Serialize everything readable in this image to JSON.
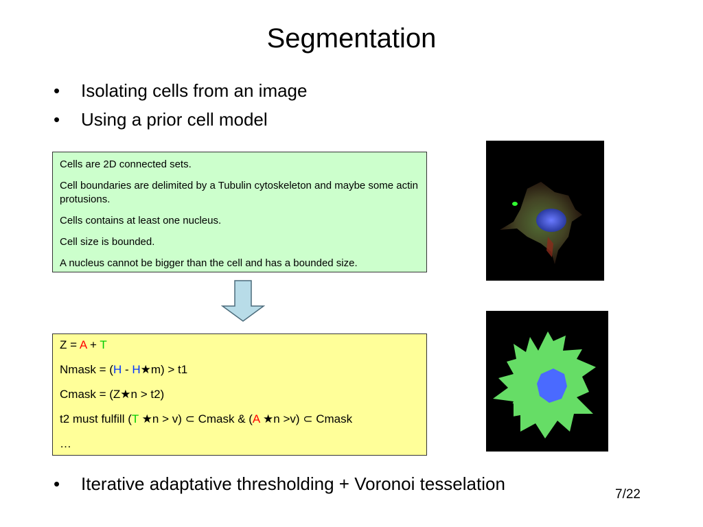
{
  "title": "Segmentation",
  "bullet_symbol": "•",
  "bullets": [
    "Isolating cells from an image",
    "Using a prior cell model"
  ],
  "model_box": {
    "lines": [
      "Cells are 2D connected sets.",
      "Cell boundaries are delimited by a Tubulin cytoskeleton and maybe some actin protusions.",
      "Cells contains at least one nucleus.",
      "Cell size is bounded.",
      "A nucleus cannot be bigger than the cell and has a bounded size."
    ]
  },
  "formula_box": {
    "l1": {
      "a": "Z = ",
      "b": "A",
      "c": " + ",
      "d": "T"
    },
    "l2": {
      "a": "Nmask = (",
      "b": "H",
      "c": " - ",
      "d": "H",
      "e": "★m) > t1"
    },
    "l3": {
      "a": "Cmask = (Z★n > t2)"
    },
    "l4": {
      "a": "t2 must fulfill (",
      "b": "T",
      "c": " ★n > v) ⊂ Cmask & (",
      "d": "A",
      "e": " ★n >v) ⊂ Cmask"
    },
    "l5": {
      "a": "…"
    }
  },
  "bottom_bullet": "Iterative adaptative thresholding + Voronoi tesselation",
  "page_number": "7/22",
  "colors": {
    "model_box_bg": "#ccffcc",
    "formula_box_bg": "#ffff99",
    "arrow_fill": "#b8dce8",
    "highlight_red": "#ff0000",
    "highlight_green": "#00cc00",
    "highlight_blue": "#0033ff"
  }
}
